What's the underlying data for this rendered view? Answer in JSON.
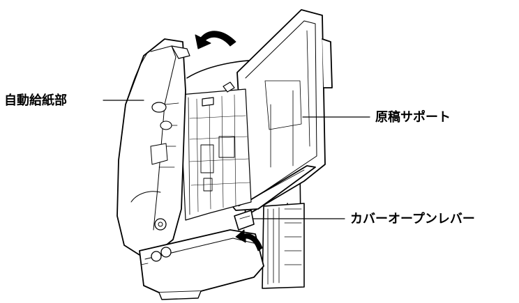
{
  "figure": {
    "labels": {
      "auto_feeder": "自動給紙部",
      "document_support": "原稿サポート",
      "cover_open_lever": "カバーオープンレバー"
    },
    "colors": {
      "line": "#000000",
      "fill": "#ffffff",
      "background": "#ffffff"
    }
  }
}
